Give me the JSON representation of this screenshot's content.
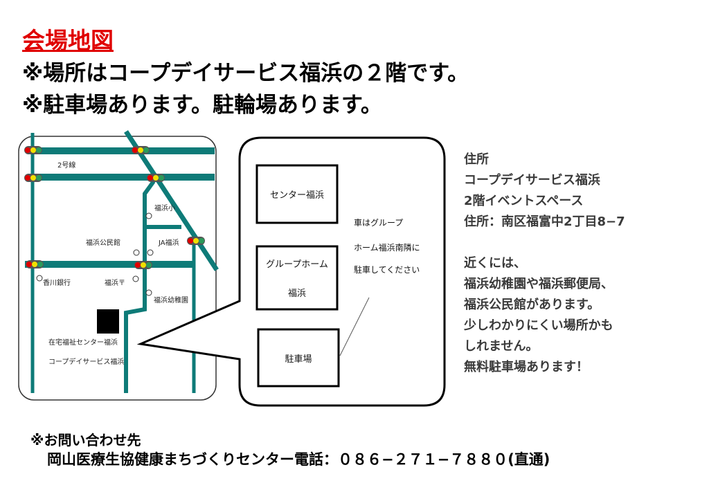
{
  "header": {
    "title": "会場地図",
    "line1": "※場所はコープデイサービス福浜の２階です。",
    "line2": "※駐車場あります。駐輪場あります。"
  },
  "map": {
    "road_label": "2号線",
    "landmarks": {
      "elementary_school": "福浜小",
      "community_hall": "福浜公民館",
      "ja": "JA福浜",
      "bank": "香川銀行",
      "post_office": "福浜〒",
      "kindergarten": "福浜幼稚園",
      "venue_line1": "在宅福祉センター福浜",
      "venue_line2": "コープデイサービス福浜"
    },
    "colors": {
      "road": "#0e7b78",
      "light_red": "#e00000",
      "light_yellow": "#f2e000",
      "light_green": "#2a9a5a"
    }
  },
  "callout": {
    "building1": "センター福浜",
    "building2_line1": "グループホーム",
    "building2_line2": "福浜",
    "parking": "駐車場",
    "note_lines": [
      "車はグループ",
      "ホーム福浜南隣に",
      "駐車してください"
    ]
  },
  "info": {
    "lines": [
      "住所",
      "コープデイサービス福浜",
      "2階イベントスペース",
      "住所：南区福富中2丁目8−7",
      "",
      "近くには、",
      "福浜幼稚園や福浜郵便局、",
      "福浜公民館があります。",
      "少しわかりにくい場所かも",
      "しれません。",
      "無料駐車場あります！"
    ]
  },
  "footer": {
    "contact_heading": "※お問い合わせ先",
    "contact_line": "岡山医療生協健康まちづくりセンター電話：０８６−２７１−７８８０(直通)"
  }
}
